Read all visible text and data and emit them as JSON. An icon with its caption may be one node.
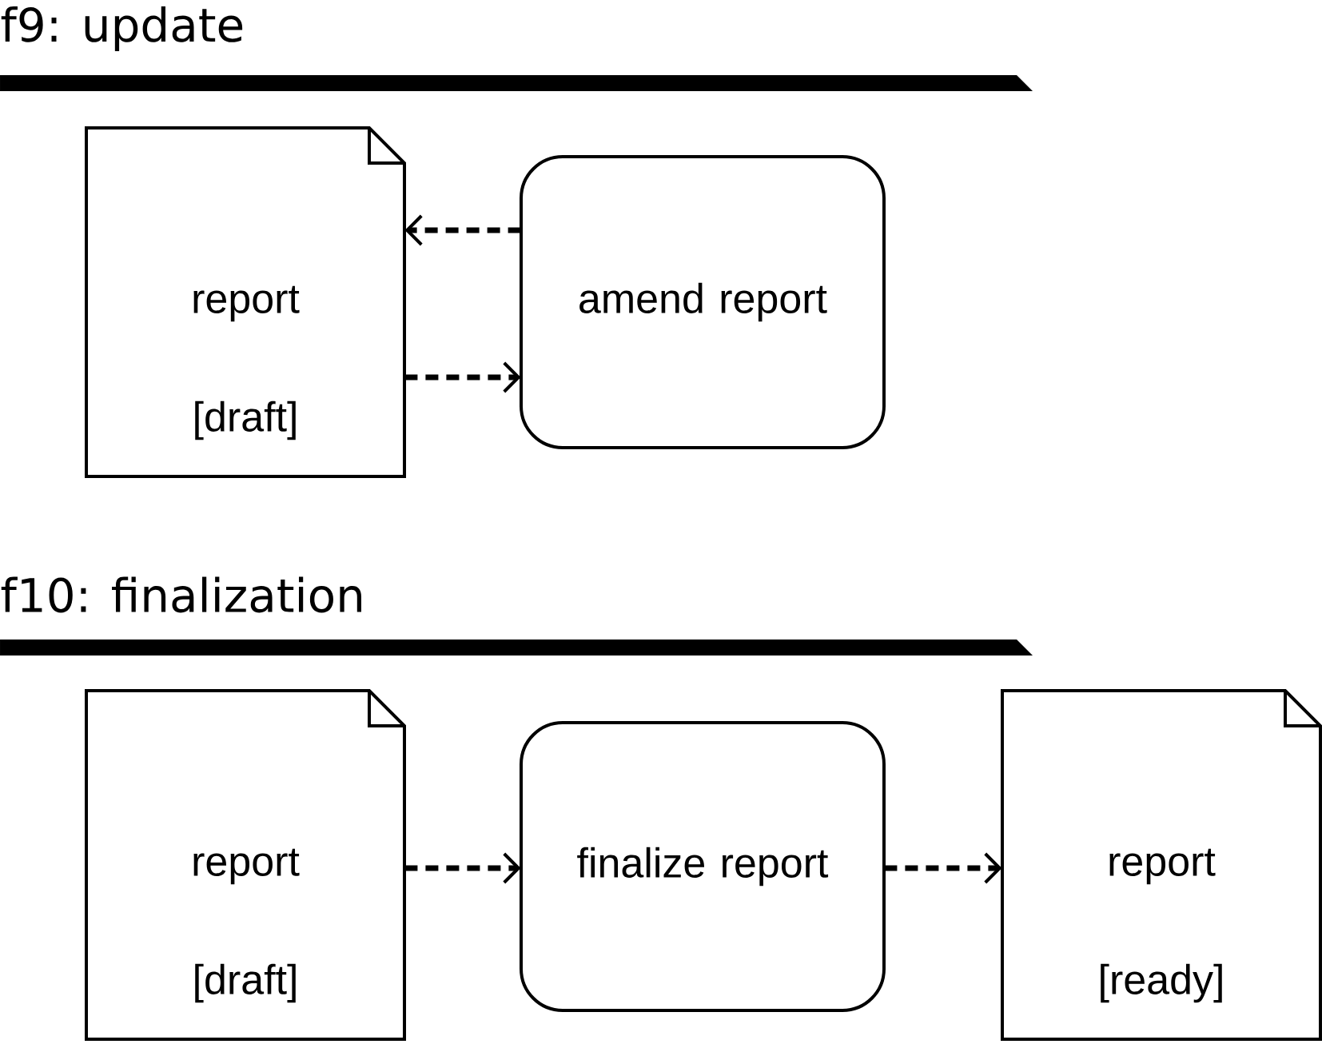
{
  "diagram": {
    "nodes": [
      {
        "text": [
          "report",
          "[draft]"
        ]
      },
      {
        "text": [
          "amend report"
        ]
      },
      {
        "text": [
          "report",
          "[draft]"
        ]
      },
      {
        "text": [
          "finalize report"
        ]
      },
      {
        "text": [
          "report",
          "[ready]"
        ]
      }
    ],
    "edges": [
      {
        "from": 1,
        "to": 0,
        "arrow": "to",
        "style": "dashed"
      },
      {
        "from": 0,
        "to": 1,
        "arrow": "to",
        "style": "dashed"
      },
      {
        "from": 2,
        "to": 3,
        "arrow": "to",
        "style": "dashed"
      },
      {
        "from": 3,
        "to": 4,
        "arrow": "to",
        "style": "dashed"
      }
    ],
    "labels": [
      "f9: update",
      "f10: finalization"
    ]
  }
}
